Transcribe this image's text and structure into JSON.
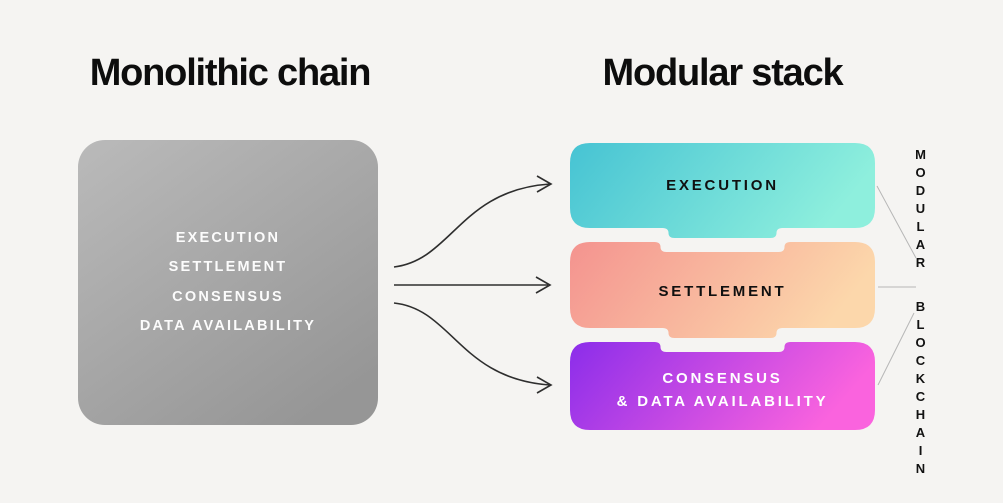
{
  "page": {
    "background_color": "#f5f4f2"
  },
  "monolithic": {
    "title": "Monolithic chain",
    "box_color_start": "#bababa",
    "box_color_end": "#969696",
    "layers": [
      "EXECUTION",
      "SETTLEMENT",
      "CONSENSUS",
      "DATA AVAILABILITY"
    ],
    "layer_text_color": "#ffffff"
  },
  "modular": {
    "title": "Modular stack",
    "side_label": "MODULAR BLOCKCHAIN",
    "blocks": [
      {
        "label": "EXECUTION",
        "color_start": "#46c3d3",
        "color_end": "#8eefdd",
        "text_color": "#101010"
      },
      {
        "label": "SETTLEMENT",
        "color_start": "#f4938f",
        "color_end": "#fcd7ab",
        "text_color": "#101010"
      },
      {
        "label": "CONSENSUS",
        "label2": "& DATA AVAILABILITY",
        "color_start": "#8b2dea",
        "color_end": "#fa63de",
        "text_color": "#ffffff"
      }
    ]
  }
}
